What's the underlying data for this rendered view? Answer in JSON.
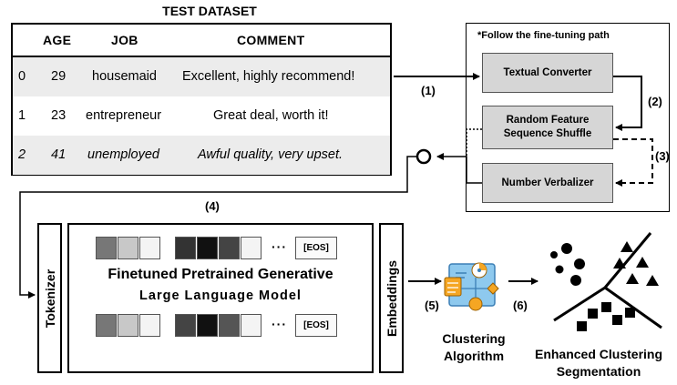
{
  "dataset": {
    "title": "TEST DATASET",
    "headers": {
      "age": "AGE",
      "job": "JOB",
      "comment": "COMMENT"
    },
    "rows": [
      {
        "idx": "0",
        "age": "29",
        "job": "housemaid",
        "comment": "Excellent, highly recommend!"
      },
      {
        "idx": "1",
        "age": "23",
        "job": "entrepreneur",
        "comment": "Great deal, worth it!"
      },
      {
        "idx": "2",
        "age": "41",
        "job": "unemployed",
        "comment": "Awful quality, very upset."
      }
    ]
  },
  "finetune": {
    "title": "*Follow the fine-tuning path",
    "steps": {
      "textual": "Textual Converter",
      "shuffle_line1": "Random Feature",
      "shuffle_line2": "Sequence Shuffle",
      "number": "Number Verbalizer"
    }
  },
  "arrows": {
    "s1": "(1)",
    "s2": "(2)",
    "s3": "(3)",
    "s4": "(4)",
    "s5": "(5)",
    "s6": "(6)"
  },
  "model": {
    "tokenizer": "Tokenizer",
    "embeddings": "Embeddings",
    "line1": "Finetuned Pretrained Generative",
    "line2": "Large Language Model",
    "eos": "[EOS]",
    "ellipsis": "···"
  },
  "clustering": {
    "algo_line1": "Clustering",
    "algo_line2": "Algorithm",
    "result_line1": "Enhanced Clustering",
    "result_line2": "Segmentation"
  },
  "colors": {
    "step_fill": "#d6d6d6",
    "row_shade": "#ececec",
    "algo_blue": "#8ec9ee",
    "algo_orange": "#f5a623"
  }
}
